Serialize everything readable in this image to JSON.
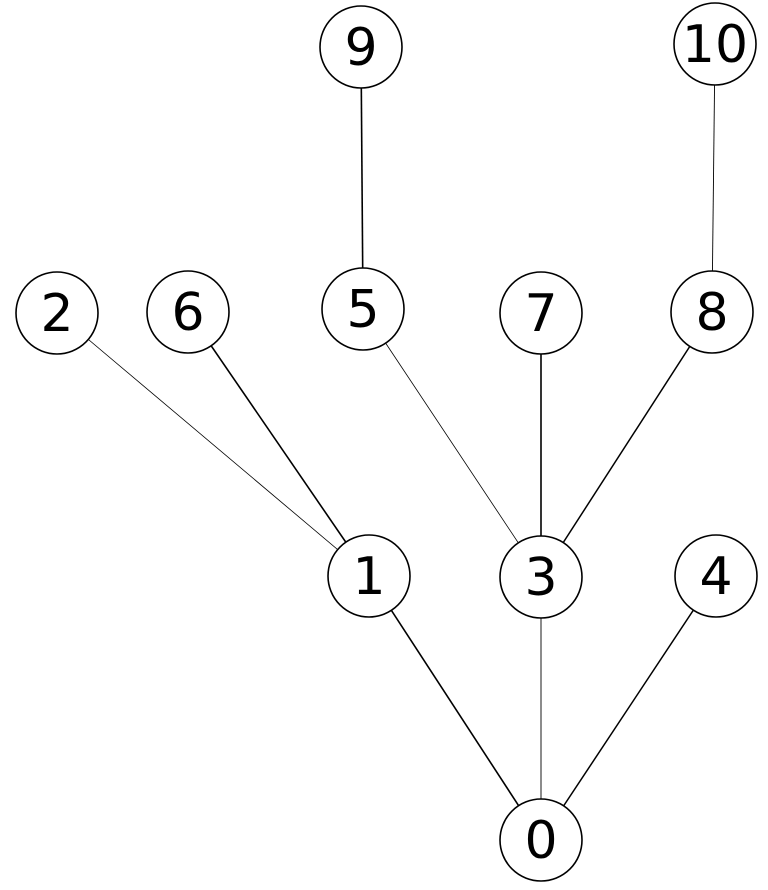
{
  "tree": {
    "nodes": [
      {
        "id": "0",
        "label": "0"
      },
      {
        "id": "1",
        "label": "1"
      },
      {
        "id": "2",
        "label": "2"
      },
      {
        "id": "3",
        "label": "3"
      },
      {
        "id": "4",
        "label": "4"
      },
      {
        "id": "5",
        "label": "5"
      },
      {
        "id": "6",
        "label": "6"
      },
      {
        "id": "7",
        "label": "7"
      },
      {
        "id": "8",
        "label": "8"
      },
      {
        "id": "9",
        "label": "9"
      },
      {
        "id": "10",
        "label": "10"
      }
    ],
    "edges": [
      {
        "from": "0",
        "to": "1"
      },
      {
        "from": "0",
        "to": "3"
      },
      {
        "from": "0",
        "to": "4"
      },
      {
        "from": "1",
        "to": "2"
      },
      {
        "from": "1",
        "to": "6"
      },
      {
        "from": "3",
        "to": "5"
      },
      {
        "from": "3",
        "to": "7"
      },
      {
        "from": "3",
        "to": "8"
      },
      {
        "from": "5",
        "to": "9"
      },
      {
        "from": "8",
        "to": "10"
      }
    ]
  }
}
